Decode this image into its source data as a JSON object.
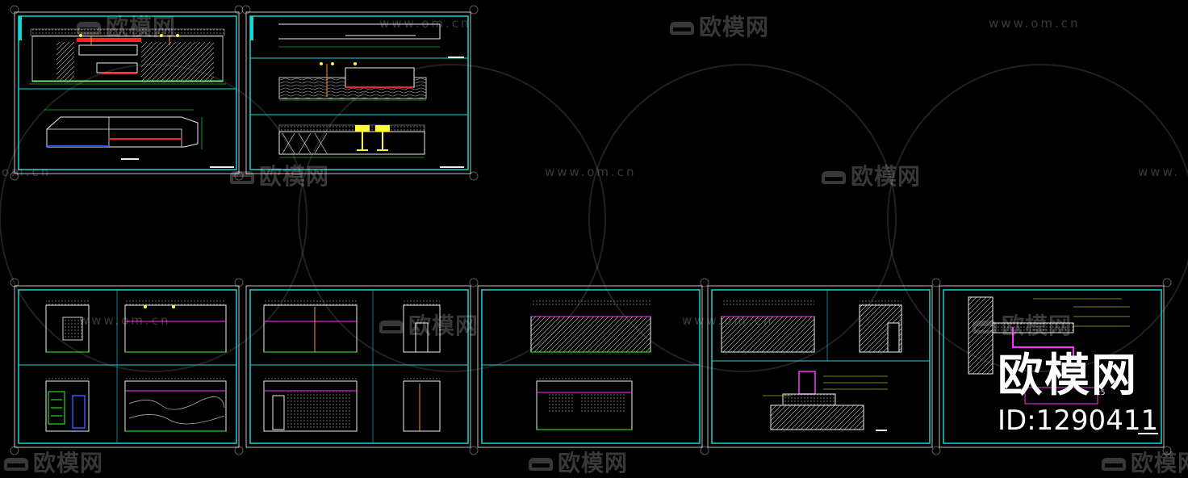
{
  "watermark": {
    "brand_cn": "欧模网",
    "url": "www.om.cn",
    "logo_icon": "sofa-icon"
  },
  "badge": {
    "logo": "欧模网",
    "id_text": "ID:1290411"
  },
  "scale_label": "1:5",
  "colors": {
    "frame": "#17d6d6",
    "background": "#000000",
    "line_white": "#ffffff",
    "accent_yellow": "#ffff33",
    "accent_magenta": "#ff33ff",
    "accent_red": "#ff2020",
    "accent_green": "#33ff33",
    "accent_blue": "#3355ff",
    "accent_orange": "#ff9933"
  }
}
